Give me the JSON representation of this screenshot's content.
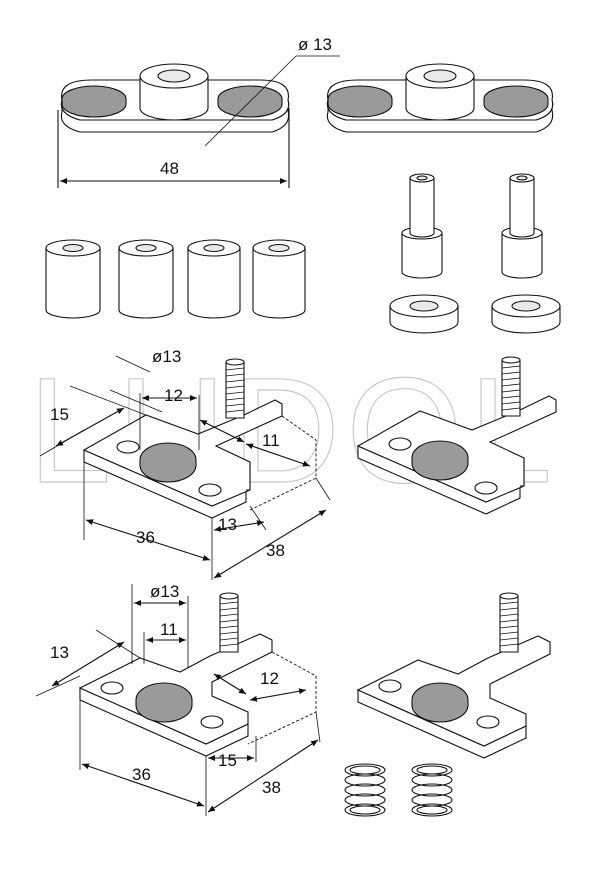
{
  "watermark": "LUDOL",
  "dimensions": {
    "top_diameter": "ø 13",
    "top_length": "48",
    "plate1_diameter": "ø13",
    "plate1_d15": "15",
    "plate1_d12": "12",
    "plate1_d11": "11",
    "plate1_d13": "13",
    "plate1_d36": "36",
    "plate1_d38": "38",
    "plate2_diameter": "ø13",
    "plate2_d13": "13",
    "plate2_d11": "11",
    "plate2_d12": "12",
    "plate2_d15": "15",
    "plate2_d36": "36",
    "plate2_d38": "38"
  }
}
